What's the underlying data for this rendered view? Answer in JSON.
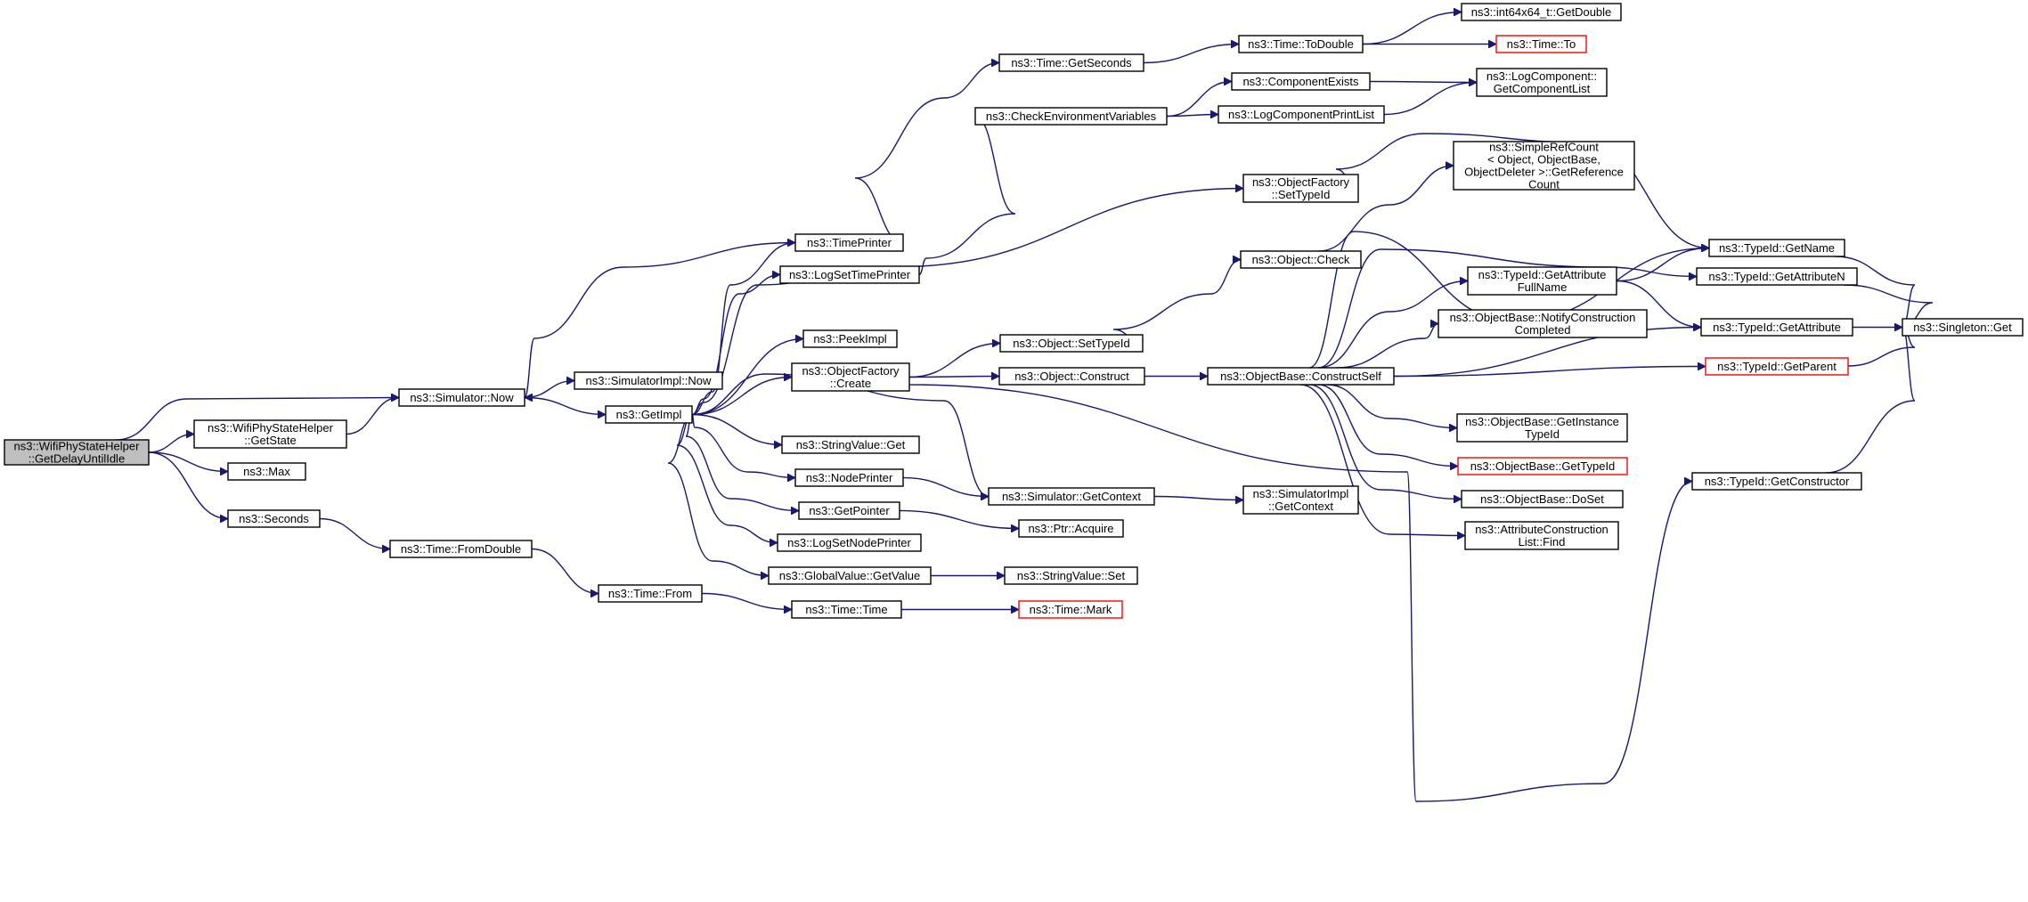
{
  "graph": {
    "style": {
      "edge_color": "#191970",
      "truncated_border": "#ff0000",
      "root_fill": "#bfbfbf"
    },
    "nodes": [
      {
        "id": "root",
        "lines": [
          "ns3::WifiPhyStateHelper",
          "::GetDelayUntilIdle"
        ],
        "root": true
      },
      {
        "id": "now",
        "lines": [
          "ns3::Simulator::Now"
        ]
      },
      {
        "id": "getstate",
        "lines": [
          "ns3::WifiPhyStateHelper",
          "::GetState"
        ]
      },
      {
        "id": "max",
        "lines": [
          "ns3::Max"
        ]
      },
      {
        "id": "seconds",
        "lines": [
          "ns3::Seconds"
        ]
      },
      {
        "id": "simimplnow",
        "lines": [
          "ns3::SimulatorImpl::Now"
        ]
      },
      {
        "id": "getimpl",
        "lines": [
          "ns3::GetImpl"
        ]
      },
      {
        "id": "fromdouble",
        "lines": [
          "ns3::Time::FromDouble"
        ]
      },
      {
        "id": "from",
        "lines": [
          "ns3::Time::From"
        ]
      },
      {
        "id": "timeprinter",
        "lines": [
          "ns3::TimePrinter"
        ]
      },
      {
        "id": "logsettime",
        "lines": [
          "ns3::LogSetTimePrinter"
        ]
      },
      {
        "id": "peekimpl",
        "lines": [
          "ns3::PeekImpl"
        ]
      },
      {
        "id": "ofcreate",
        "lines": [
          "ns3::ObjectFactory",
          "::Create"
        ]
      },
      {
        "id": "strget",
        "lines": [
          "ns3::StringValue::Get"
        ]
      },
      {
        "id": "nodeprinter",
        "lines": [
          "ns3::NodePrinter"
        ]
      },
      {
        "id": "getpointer",
        "lines": [
          "ns3::GetPointer"
        ]
      },
      {
        "id": "logsetnode",
        "lines": [
          "ns3::LogSetNodePrinter"
        ]
      },
      {
        "id": "gvgetvalue",
        "lines": [
          "ns3::GlobalValue::GetValue"
        ]
      },
      {
        "id": "timetime",
        "lines": [
          "ns3::Time::Time"
        ]
      },
      {
        "id": "getseconds",
        "lines": [
          "ns3::Time::GetSeconds"
        ]
      },
      {
        "id": "checkenv",
        "lines": [
          "ns3::CheckEnvironmentVariables"
        ]
      },
      {
        "id": "objsettypeid",
        "lines": [
          "ns3::Object::SetTypeId"
        ]
      },
      {
        "id": "objconstruct",
        "lines": [
          "ns3::Object::Construct"
        ]
      },
      {
        "id": "simgetctx",
        "lines": [
          "ns3::Simulator::GetContext"
        ]
      },
      {
        "id": "ptracquire",
        "lines": [
          "ns3::Ptr::Acquire"
        ]
      },
      {
        "id": "strset",
        "lines": [
          "ns3::StringValue::Set"
        ]
      },
      {
        "id": "timemark",
        "lines": [
          "ns3::Time::Mark"
        ],
        "truncated": true
      },
      {
        "id": "todouble",
        "lines": [
          "ns3::Time::ToDouble"
        ]
      },
      {
        "id": "compexists",
        "lines": [
          "ns3::ComponentExists"
        ]
      },
      {
        "id": "logcompprint",
        "lines": [
          "ns3::LogComponentPrintList"
        ]
      },
      {
        "id": "ofsettypeid",
        "lines": [
          "ns3::ObjectFactory",
          "::SetTypeId"
        ]
      },
      {
        "id": "objcheck",
        "lines": [
          "ns3::Object::Check"
        ]
      },
      {
        "id": "constructself",
        "lines": [
          "ns3::ObjectBase::ConstructSelf"
        ]
      },
      {
        "id": "simimplctx",
        "lines": [
          "ns3::SimulatorImpl",
          "::GetContext"
        ]
      },
      {
        "id": "int64",
        "lines": [
          "ns3::int64x64_t::GetDouble"
        ]
      },
      {
        "id": "timeto",
        "lines": [
          "ns3::Time::To"
        ],
        "truncated": true
      },
      {
        "id": "getcomplist",
        "lines": [
          "ns3::LogComponent::",
          "GetComponentList"
        ]
      },
      {
        "id": "simplerefcount",
        "lines": [
          "ns3::SimpleRefCount",
          "< Object, ObjectBase,",
          "ObjectDeleter >::GetReference",
          "Count"
        ]
      },
      {
        "id": "getattrfull",
        "lines": [
          "ns3::TypeId::GetAttribute",
          "FullName"
        ]
      },
      {
        "id": "notifyconstr",
        "lines": [
          "ns3::ObjectBase::NotifyConstruction",
          "Completed"
        ]
      },
      {
        "id": "getinstance",
        "lines": [
          "ns3::ObjectBase::GetInstance",
          "TypeId"
        ]
      },
      {
        "id": "obgettypeid",
        "lines": [
          "ns3::ObjectBase::GetTypeId"
        ],
        "truncated": true
      },
      {
        "id": "doset",
        "lines": [
          "ns3::ObjectBase::DoSet"
        ]
      },
      {
        "id": "attrfind",
        "lines": [
          "ns3::AttributeConstruction",
          "List::Find"
        ]
      },
      {
        "id": "getname",
        "lines": [
          "ns3::TypeId::GetName"
        ]
      },
      {
        "id": "getattrn",
        "lines": [
          "ns3::TypeId::GetAttributeN"
        ]
      },
      {
        "id": "getattr",
        "lines": [
          "ns3::TypeId::GetAttribute"
        ]
      },
      {
        "id": "getparent",
        "lines": [
          "ns3::TypeId::GetParent"
        ],
        "truncated": true
      },
      {
        "id": "getconstructor",
        "lines": [
          "ns3::TypeId::GetConstructor"
        ]
      },
      {
        "id": "singleton",
        "lines": [
          "ns3::Singleton::Get"
        ]
      }
    ],
    "edges": [
      [
        "root",
        "now"
      ],
      [
        "root",
        "getstate"
      ],
      [
        "root",
        "max"
      ],
      [
        "root",
        "seconds"
      ],
      [
        "getstate",
        "now"
      ],
      [
        "now",
        "simimplnow"
      ],
      [
        "now",
        "getimpl"
      ],
      [
        "seconds",
        "fromdouble"
      ],
      [
        "fromdouble",
        "from"
      ],
      [
        "from",
        "timetime"
      ],
      [
        "timetime",
        "timemark"
      ],
      [
        "getimpl",
        "timeprinter"
      ],
      [
        "getimpl",
        "logsettime"
      ],
      [
        "getimpl",
        "peekimpl"
      ],
      [
        "getimpl",
        "ofcreate"
      ],
      [
        "getimpl",
        "strget"
      ],
      [
        "getimpl",
        "nodeprinter"
      ],
      [
        "getimpl",
        "getpointer"
      ],
      [
        "getimpl",
        "logsetnode"
      ],
      [
        "getimpl",
        "gvgetvalue"
      ],
      [
        "getimpl",
        "simgetctx"
      ],
      [
        "getimpl",
        "ofsettypeid"
      ],
      [
        "timeprinter",
        "now"
      ],
      [
        "timeprinter",
        "getseconds"
      ],
      [
        "getseconds",
        "todouble"
      ],
      [
        "todouble",
        "int64"
      ],
      [
        "todouble",
        "timeto"
      ],
      [
        "logsettime",
        "checkenv"
      ],
      [
        "checkenv",
        "compexists"
      ],
      [
        "checkenv",
        "logcompprint"
      ],
      [
        "compexists",
        "getcomplist"
      ],
      [
        "logcompprint",
        "getcomplist"
      ],
      [
        "ofcreate",
        "objsettypeid"
      ],
      [
        "ofcreate",
        "objconstruct"
      ],
      [
        "ofcreate",
        "getconstructor"
      ],
      [
        "objsettypeid",
        "objcheck"
      ],
      [
        "objcheck",
        "simplerefcount"
      ],
      [
        "objconstruct",
        "constructself"
      ],
      [
        "nodeprinter",
        "simgetctx"
      ],
      [
        "simgetctx",
        "simimplctx"
      ],
      [
        "getpointer",
        "ptracquire"
      ],
      [
        "gvgetvalue",
        "strset"
      ],
      [
        "ofsettypeid",
        "getname"
      ],
      [
        "constructself",
        "getname"
      ],
      [
        "constructself",
        "getattrn"
      ],
      [
        "constructself",
        "getattrfull"
      ],
      [
        "constructself",
        "notifyconstr"
      ],
      [
        "constructself",
        "getattr"
      ],
      [
        "constructself",
        "getparent"
      ],
      [
        "constructself",
        "getinstance"
      ],
      [
        "constructself",
        "obgettypeid"
      ],
      [
        "constructself",
        "doset"
      ],
      [
        "constructself",
        "attrfind"
      ],
      [
        "getattrfull",
        "getname"
      ],
      [
        "getattrfull",
        "getattr"
      ],
      [
        "getname",
        "singleton"
      ],
      [
        "getattrn",
        "singleton"
      ],
      [
        "getattr",
        "singleton"
      ],
      [
        "getparent",
        "singleton"
      ],
      [
        "getconstructor",
        "singleton"
      ]
    ]
  }
}
